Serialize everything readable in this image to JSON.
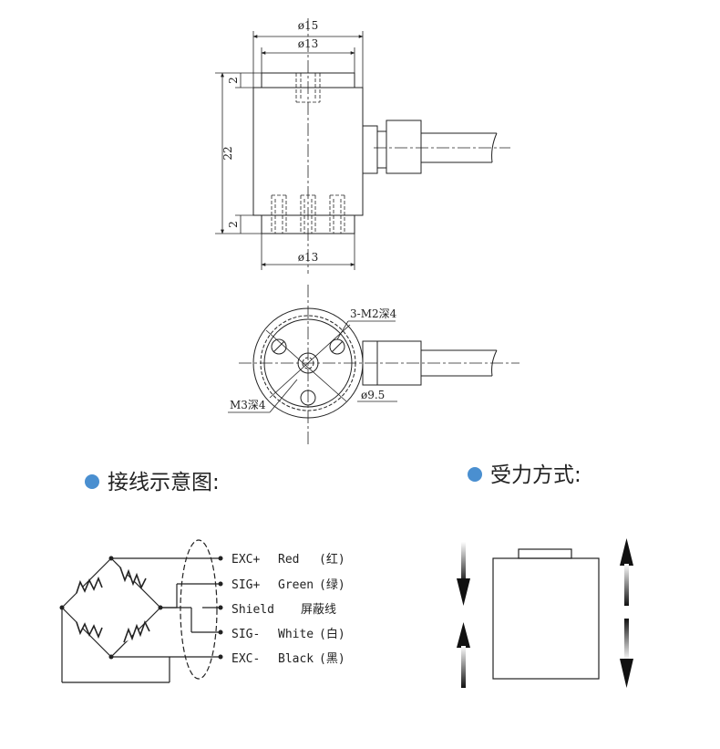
{
  "side_view": {
    "dim_outer_diameter": "ø15",
    "dim_cap_diameter": "ø13",
    "dim_top_height": "2",
    "dim_body_height": "22",
    "dim_bottom_height": "2",
    "dim_base_diameter": "ø13"
  },
  "top_view": {
    "thread_holes": "3-M2深4",
    "center_thread": "M3深4",
    "bolt_circle": "ø9.5"
  },
  "wiring": {
    "title": "接线示意图:",
    "wires": [
      {
        "signal": "EXC+",
        "color": "Red",
        "cn": "(红)"
      },
      {
        "signal": "SIG+",
        "color": "Green",
        "cn": "(绿)"
      },
      {
        "signal": "Shield",
        "color": "",
        "cn": "屏蔽线"
      },
      {
        "signal": "SIG-",
        "color": "White",
        "cn": "(白)"
      },
      {
        "signal": "EXC-",
        "color": "Black",
        "cn": "(黑)"
      }
    ]
  },
  "force": {
    "title": "受力方式:"
  },
  "colors": {
    "bullet": "#4a8fd0",
    "line": "#222222"
  }
}
